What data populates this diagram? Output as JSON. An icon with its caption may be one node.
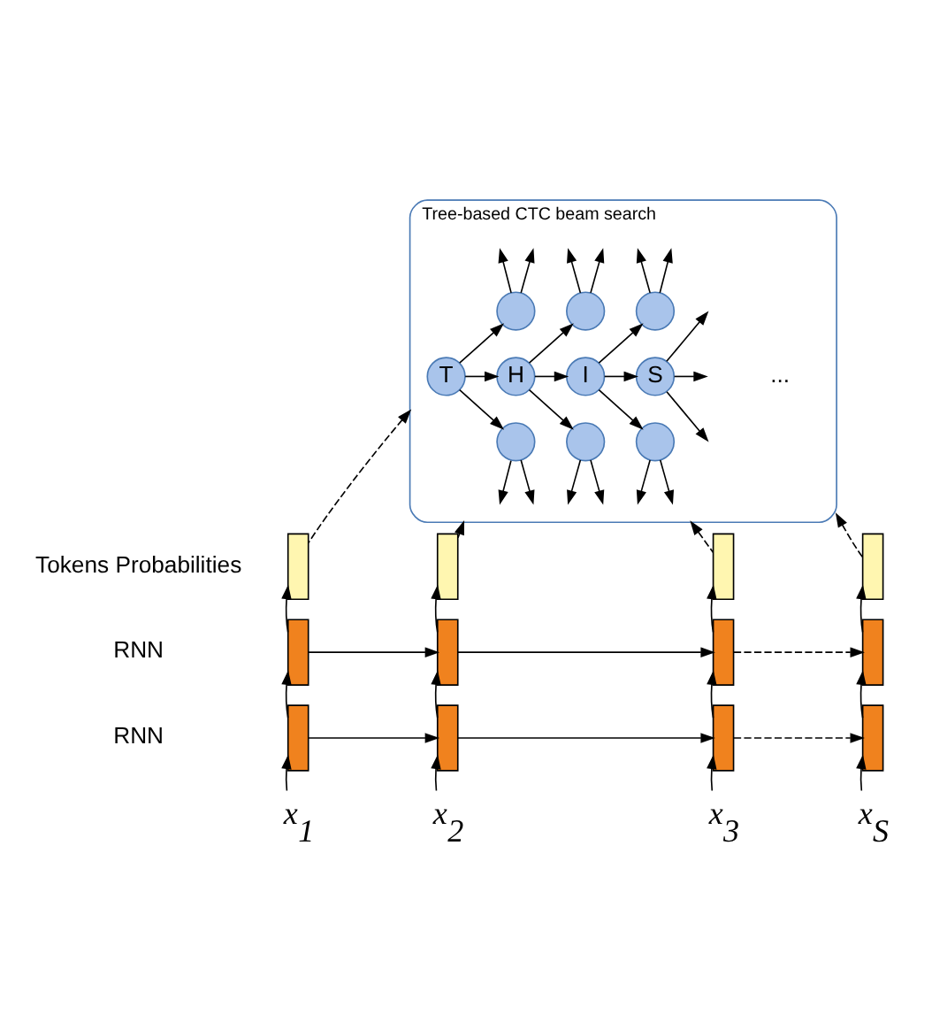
{
  "diagram": {
    "nodes": [
      {
        "text": [
          "Tree-based CTC beam search"
        ]
      },
      {
        "text": [
          "T"
        ],
        "in": 0
      },
      {
        "text": [],
        "shape": "circle",
        "in": 0
      },
      {
        "text": [
          "H"
        ],
        "in": 0
      },
      {
        "text": [],
        "shape": "circle",
        "in": 0
      },
      {
        "text": [],
        "shape": "circle",
        "in": 0
      },
      {
        "text": [
          "I"
        ],
        "in": 0
      },
      {
        "text": [],
        "shape": "circle",
        "in": 0
      },
      {
        "text": [],
        "shape": "circle",
        "in": 0
      },
      {
        "text": [
          "S"
        ],
        "in": 0
      },
      {
        "text": [],
        "shape": "circle",
        "in": 0
      },
      {
        "text": [],
        "shape": "box"
      },
      {
        "text": [],
        "shape": "box"
      },
      {
        "text": [],
        "shape": "box"
      },
      {
        "text": [],
        "shape": "box"
      },
      {
        "text": [],
        "shape": "box"
      },
      {
        "text": [],
        "shape": "box"
      },
      {
        "text": [],
        "shape": "box"
      },
      {
        "text": [],
        "shape": "box"
      },
      {
        "text": [],
        "shape": "box"
      },
      {
        "text": [],
        "shape": "box"
      },
      {
        "text": [],
        "shape": "box"
      },
      {
        "text": [],
        "shape": "box"
      },
      {
        "text": [
          "x$_{1}$"
        ]
      },
      {
        "text": [
          "x$_{2}$"
        ]
      },
      {
        "text": [
          "x$_{3}$"
        ]
      },
      {
        "text": [
          "x$_{S}$"
        ]
      }
    ],
    "edges": [
      {
        "from": 1,
        "to": 2,
        "arrow": "to"
      },
      {
        "from": 1,
        "to": 3,
        "arrow": "to"
      },
      {
        "from": 1,
        "to": 4,
        "arrow": "to"
      },
      {
        "from": 3,
        "to": 5,
        "arrow": "to"
      },
      {
        "from": 3,
        "to": 6,
        "arrow": "to"
      },
      {
        "from": 3,
        "to": 7,
        "arrow": "to"
      },
      {
        "from": 6,
        "to": 8,
        "arrow": "to"
      },
      {
        "from": 6,
        "to": 9,
        "arrow": "to"
      },
      {
        "from": 6,
        "to": 10,
        "arrow": "to"
      },
      {
        "from": 9,
        "to": null,
        "arrow": "to"
      },
      {
        "from": 9,
        "to": null,
        "arrow": "to"
      },
      {
        "from": 9,
        "to": null,
        "arrow": "to"
      },
      {
        "from": 2,
        "to": null,
        "arrow": "to"
      },
      {
        "from": 2,
        "to": null,
        "arrow": "to"
      },
      {
        "from": 5,
        "to": null,
        "arrow": "to"
      },
      {
        "from": 5,
        "to": null,
        "arrow": "to"
      },
      {
        "from": 8,
        "to": null,
        "arrow": "to"
      },
      {
        "from": 8,
        "to": null,
        "arrow": "to"
      },
      {
        "from": 4,
        "to": null,
        "arrow": "to"
      },
      {
        "from": 4,
        "to": null,
        "arrow": "to"
      },
      {
        "from": 7,
        "to": null,
        "arrow": "to"
      },
      {
        "from": 7,
        "to": null,
        "arrow": "to"
      },
      {
        "from": 10,
        "to": null,
        "arrow": "to"
      },
      {
        "from": 10,
        "to": null,
        "arrow": "to"
      },
      {
        "from": 11,
        "to": 0,
        "arrow": "to",
        "style": "dashed"
      },
      {
        "from": 12,
        "to": 0,
        "arrow": "to",
        "style": "dashed"
      },
      {
        "from": 13,
        "to": 0,
        "arrow": "to",
        "style": "dashed"
      },
      {
        "from": 14,
        "to": 0,
        "arrow": "to",
        "style": "dashed"
      },
      {
        "from": 15,
        "to": 11,
        "arrow": "to"
      },
      {
        "from": 16,
        "to": 12,
        "arrow": "to"
      },
      {
        "from": 17,
        "to": 13,
        "arrow": "to"
      },
      {
        "from": 18,
        "to": 14,
        "arrow": "to"
      },
      {
        "from": 15,
        "to": 16,
        "arrow": "to"
      },
      {
        "from": 16,
        "to": 17,
        "arrow": "to"
      },
      {
        "from": 17,
        "to": 18,
        "arrow": "to",
        "style": "dashed"
      },
      {
        "from": 19,
        "to": 15,
        "arrow": "to"
      },
      {
        "from": 20,
        "to": 16,
        "arrow": "to"
      },
      {
        "from": 21,
        "to": 17,
        "arrow": "to"
      },
      {
        "from": 22,
        "to": 18,
        "arrow": "to"
      },
      {
        "from": 19,
        "to": 20,
        "arrow": "to"
      },
      {
        "from": 20,
        "to": 21,
        "arrow": "to"
      },
      {
        "from": 21,
        "to": 22,
        "arrow": "to",
        "style": "dashed"
      },
      {
        "from": 23,
        "to": 19,
        "arrow": "to"
      },
      {
        "from": 24,
        "to": 20,
        "arrow": "to"
      },
      {
        "from": 25,
        "to": 21,
        "arrow": "to"
      },
      {
        "from": 26,
        "to": 22,
        "arrow": "to"
      }
    ],
    "labels": [
      "...",
      "Tokens Probabilities",
      "RNN",
      "RNN"
    ]
  }
}
